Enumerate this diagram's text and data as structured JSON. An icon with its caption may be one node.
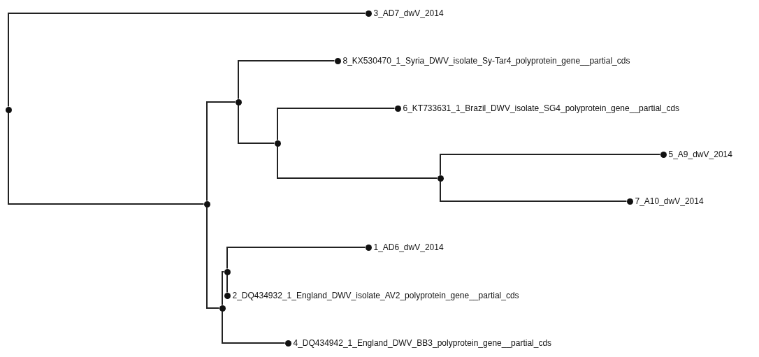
{
  "diagram": {
    "nodes": [
      {
        "text": [
          "3_AD7_dwV_2014"
        ]
      },
      {
        "text": [
          "8_KX530470_1_Syria_DWV_isolate_Sy-Tar4_polyprotein_gene__partial_cds"
        ]
      },
      {
        "text": [
          "6_KT733631_1_Brazil_DWV_isolate_SG4_polyprotein_gene__partial_cds"
        ]
      },
      {
        "text": [
          "5_A9_dwV_2014"
        ]
      },
      {
        "text": [
          "7_A10_dwV_2014"
        ]
      },
      {
        "text": [
          "1_AD6_dwV_2014"
        ]
      },
      {
        "text": [
          "2_DQ434932_1_England_DWV_isolate_AV2_polyprotein_gene__partial_cds"
        ]
      },
      {
        "text": [
          "4_DQ434942_1_England_DWV_BB3_polyprotein_gene__partial_cds"
        ]
      },
      {
        "text": [],
        "shape": "circle"
      },
      {
        "text": [],
        "shape": "circle"
      },
      {
        "text": [],
        "shape": "circle"
      },
      {
        "text": [],
        "shape": "circle"
      },
      {
        "text": [],
        "shape": "circle"
      },
      {
        "text": [],
        "shape": "circle"
      },
      {
        "text": [],
        "shape": "circle"
      }
    ],
    "edges": [
      {
        "from": 8,
        "to": 0,
        "arrow": "none"
      },
      {
        "from": 8,
        "to": 9,
        "arrow": "none"
      },
      {
        "from": 9,
        "to": 12,
        "arrow": "none"
      },
      {
        "from": 9,
        "to": 10,
        "arrow": "none"
      },
      {
        "from": 12,
        "to": 1,
        "arrow": "none"
      },
      {
        "from": 12,
        "to": 13,
        "arrow": "none"
      },
      {
        "from": 13,
        "to": 2,
        "arrow": "none"
      },
      {
        "from": 13,
        "to": 14,
        "arrow": "none"
      },
      {
        "from": 14,
        "to": 3,
        "arrow": "none"
      },
      {
        "from": 14,
        "to": 4,
        "arrow": "none"
      },
      {
        "from": 10,
        "to": 11,
        "arrow": "none"
      },
      {
        "from": 10,
        "to": 7,
        "arrow": "none"
      },
      {
        "from": 11,
        "to": 5,
        "arrow": "none"
      },
      {
        "from": 11,
        "to": 6,
        "arrow": "none"
      }
    ]
  }
}
